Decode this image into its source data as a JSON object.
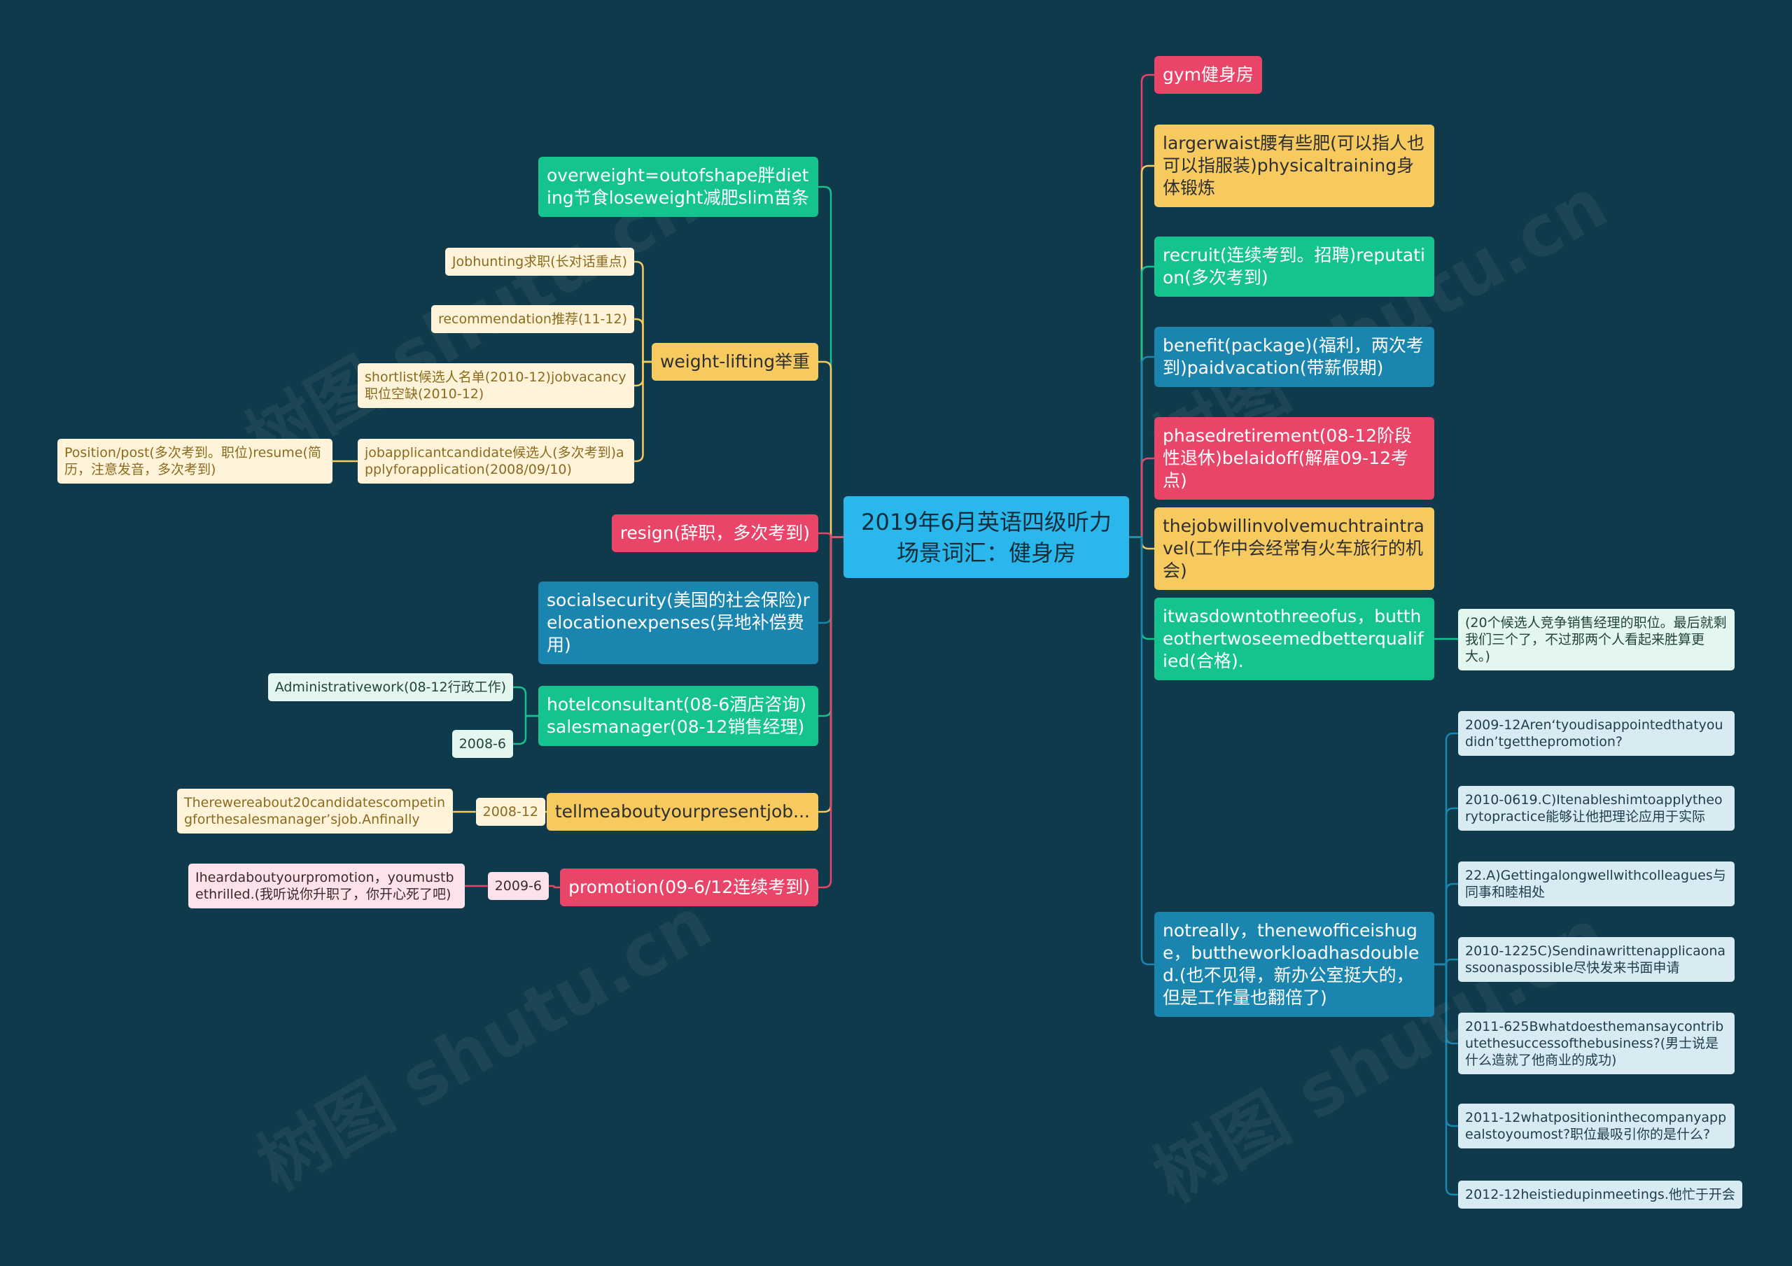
{
  "colors": {
    "background": "#0e3a4c",
    "center": "#2ab8ec",
    "green": "#14c38e",
    "yellow": "#f6ca5f",
    "pink": "#e94569",
    "blue": "#1a86b0",
    "yellow_light": "#fff4da",
    "yellow_light_text": "#8b6a1d",
    "mint_light": "#e3f7ef",
    "pink_light": "#fde3e9",
    "blue_light": "#d8ebf3"
  },
  "watermark": "树图 shutu.cn",
  "center": {
    "title_line1": "2019年6月英语四级听力",
    "title_line2": "场景词汇：健身房"
  },
  "left": [
    {
      "label": "overweight=outofshape胖dieting节食loseweight减肥slim苗条"
    },
    {
      "label": "weight-lifting举重",
      "children": [
        {
          "label": "Jobhunting求职(长对话重点)"
        },
        {
          "label": "recommendation推荐(11-12)"
        },
        {
          "label": "shortlist候选人名单(2010-12)jobvacancy职位空缺(2010-12)"
        },
        {
          "label": "jobapplicantcandidate候选人(多次考到)applyforapplication(2008/09/10)",
          "children": [
            {
              "label": "Position/post(多次考到。职位)resume(简历，注意发音，多次考到)"
            }
          ]
        }
      ]
    },
    {
      "label": "resign(辞职，多次考到)"
    },
    {
      "label": "socialsecurity(美国的社会保险)relocationexpenses(异地补偿费用)"
    },
    {
      "label": "hotelconsultant(08-6酒店咨询)salesmanager(08-12销售经理)",
      "children": [
        {
          "label": "Administrativework(08-12行政工作)"
        },
        {
          "label": "2008-6"
        }
      ]
    },
    {
      "label": "tellmeaboutyourpresentjob...",
      "children": [
        {
          "label": "2008-12",
          "children": [
            {
              "label": "Therewereabout20candidatescompetingforthesalesmanager’sjob.Anfinally"
            }
          ]
        }
      ]
    },
    {
      "label": "promotion(09-6/12连续考到)",
      "children": [
        {
          "label": "2009-6",
          "children": [
            {
              "label": "Iheardaboutyourpromotion，youmustbethrilled.(我听说你升职了，你开心死了吧)"
            }
          ]
        }
      ]
    }
  ],
  "right": [
    {
      "label": "gym健身房"
    },
    {
      "label": "largerwaist腰有些肥(可以指人也可以指服装)physicaltraining身体锻炼"
    },
    {
      "label": "recruit(连续考到。招聘)reputation(多次考到)"
    },
    {
      "label": "benefit(package)(福利，两次考到)paidvacation(带薪假期)"
    },
    {
      "label": "phasedretirement(08-12阶段性退休)belaidoff(解雇09-12考点)"
    },
    {
      "label": "thejobwillinvolvemuchtraintravel(工作中会经常有火车旅行的机会)"
    },
    {
      "label": "itwasdowntothreeofus，buttheothertwoseemedbetterqualified(合格).",
      "children": [
        {
          "label": "(20个候选人竞争销售经理的职位。最后就剩我们三个了，不过那两个人看起来胜算更大。)"
        }
      ]
    },
    {
      "label": "notreally，thenewofficeishuge，buttheworkloadhasdoubled.(也不见得，新办公室挺大的，但是工作量也翻倍了)",
      "children": [
        {
          "label": "2009-12Aren‘tyoudisappointedthatyoudidn’tgetthepromotion?"
        },
        {
          "label": "2010-0619.C)Itenableshimtoapplytheorytopractice能够让他把理论应用于实际"
        },
        {
          "label": "22.A)Gettingalongwellwithcolleagues与同事和睦相处"
        },
        {
          "label": "2010-1225C)Sendinawrittenapplicaonassoonaspossible尽快发来书面申请"
        },
        {
          "label": "2011-625Bwhatdoesthemansaycontributethesuccessofthebusiness?(男士说是什么造就了他商业的成功)"
        },
        {
          "label": "2011-12whatpositioninthecompanyappealstoyoumost?职位最吸引你的是什么?"
        },
        {
          "label": "2012-12heistiedupinmeetings.他忙于开会"
        }
      ]
    }
  ]
}
